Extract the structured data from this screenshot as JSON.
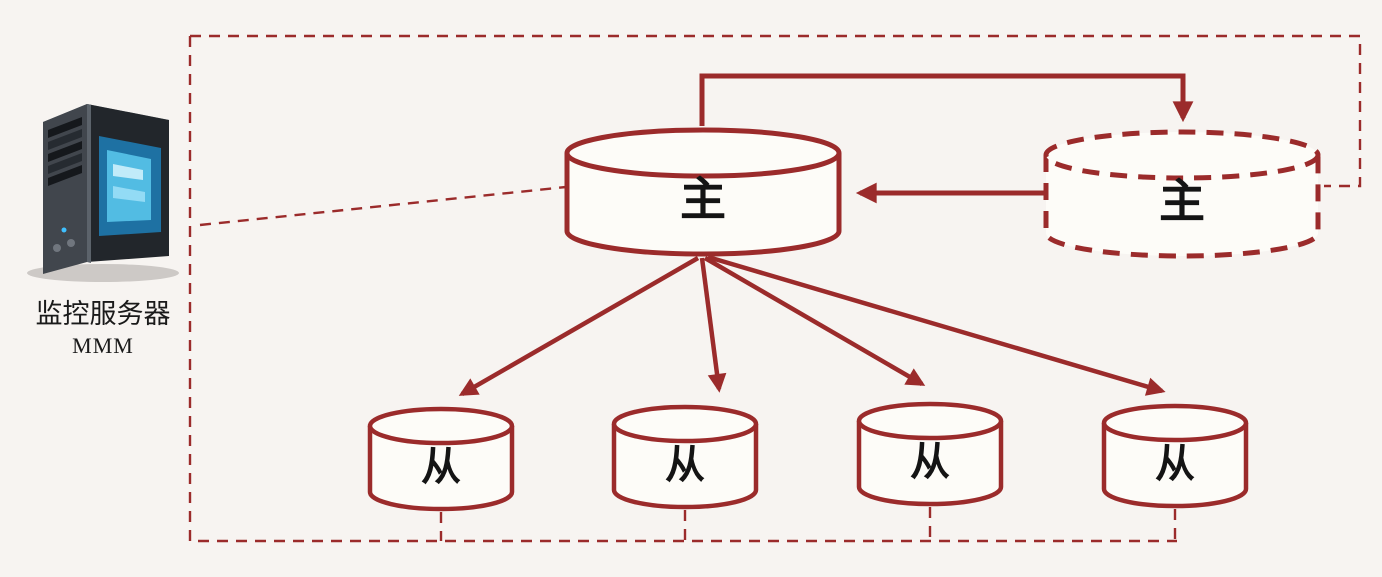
{
  "colors": {
    "line": "#9b2b2b",
    "cylinder_fill": "#fdfcf8",
    "background": "#f7f4f1",
    "label_text": "#141414"
  },
  "monitor": {
    "title": "监控服务器",
    "subtitle": "MMM"
  },
  "nodes": {
    "master_active": {
      "label": "主",
      "border": "solid"
    },
    "master_standby": {
      "label": "主",
      "border": "dashed"
    },
    "slaves": [
      {
        "label": "从"
      },
      {
        "label": "从"
      },
      {
        "label": "从"
      },
      {
        "label": "从"
      }
    ]
  },
  "edges": {
    "solid_arrows": [
      "master_active -> master_standby",
      "master_standby -> master_active",
      "master_active -> slave_1",
      "master_active -> slave_2",
      "master_active -> slave_3",
      "master_active -> slave_4"
    ],
    "dashed_monitor_links": [
      "monitor -> master_active",
      "monitor -> master_standby",
      "monitor -> slave_1",
      "monitor -> slave_2",
      "monitor -> slave_3",
      "monitor -> slave_4"
    ]
  }
}
